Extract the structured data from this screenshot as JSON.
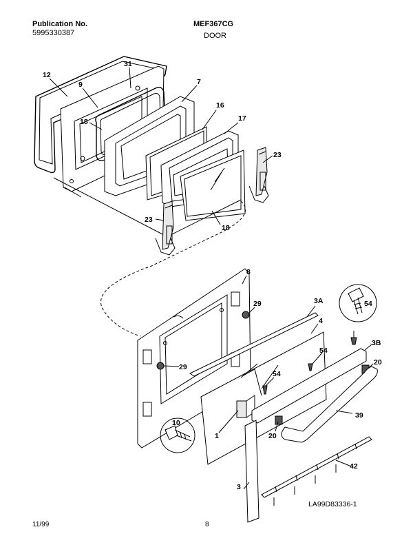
{
  "header": {
    "publication_label": "Publication No.",
    "publication_number": "5995330387",
    "model": "MEF367CG",
    "section": "DOOR"
  },
  "callouts": {
    "c12": "12",
    "c9": "9",
    "c31": "31",
    "c7": "7",
    "c18a": "18",
    "c16": "16",
    "c17": "17",
    "c23a": "23",
    "c23b": "23",
    "c18b": "18",
    "c8": "8",
    "c29a": "29",
    "c3A": "3A",
    "c54a": "54",
    "c4": "4",
    "c3B": "3B",
    "c54b": "54",
    "c20a": "20",
    "c29b": "29",
    "c54c": "54",
    "c10": "10",
    "c1": "1",
    "c39": "39",
    "c20b": "20",
    "c42": "42",
    "c3": "3"
  },
  "diagram_code": "LA99D83336-1",
  "footer": {
    "date": "11/99",
    "page": "8"
  }
}
